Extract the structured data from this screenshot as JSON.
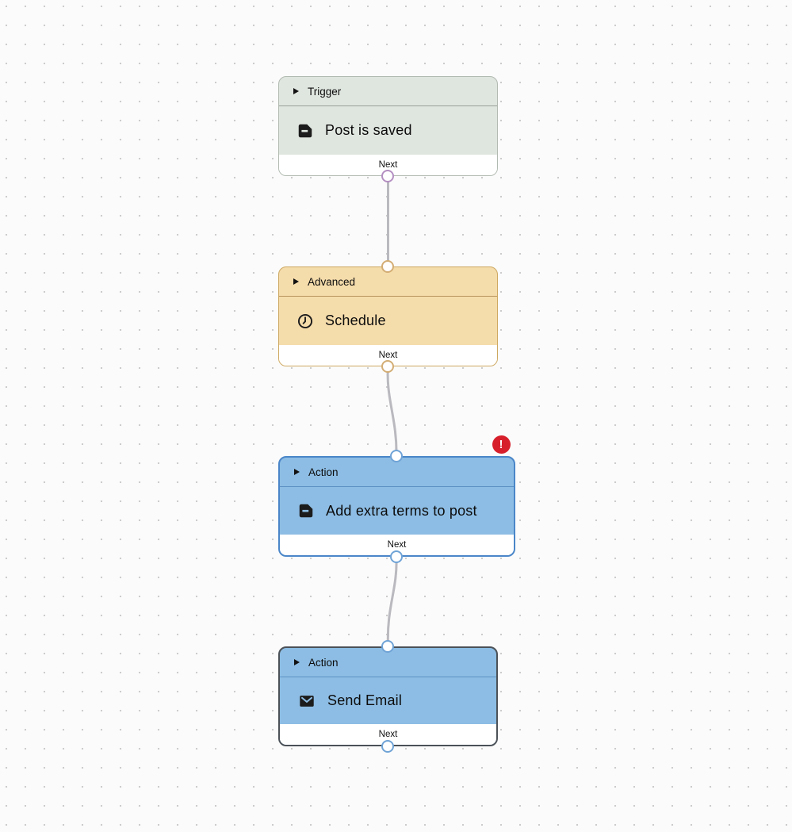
{
  "canvas": {
    "background": "#fbfbfb",
    "dot_color": "#c9c9c9",
    "edge_color": "#b9b9bf",
    "port_fill": "#ffffff"
  },
  "nodes": [
    {
      "type": "Trigger",
      "title": "Post is saved",
      "icon": "document-icon",
      "footer_label": "Next",
      "colors": {
        "background": "#dfe5df",
        "border": "#b1bab1",
        "divider": "#99a199",
        "port": "#b48fc2"
      }
    },
    {
      "type": "Advanced",
      "title": "Schedule",
      "icon": "clock-icon",
      "footer_label": "Next",
      "colors": {
        "background": "#f5dcab",
        "border": "#cda861",
        "divider": "#b8935a",
        "port": "#d3ad74"
      }
    },
    {
      "type": "Action",
      "title": "Add extra terms to post",
      "icon": "document-icon",
      "footer_label": "Next",
      "badge": "!",
      "badge_color": "#d71f2b",
      "colors": {
        "background": "#8dbde4",
        "border": "#4a86c8",
        "divider": "#5e92c4",
        "port": "#6fa3d6"
      }
    },
    {
      "type": "Action",
      "title": "Send Email",
      "icon": "mail-icon",
      "footer_label": "Next",
      "selected": true,
      "colors": {
        "background": "#8dbde4",
        "border": "#4b5157",
        "divider": "#5e92c4",
        "port": "#6fa3d6"
      }
    }
  ]
}
